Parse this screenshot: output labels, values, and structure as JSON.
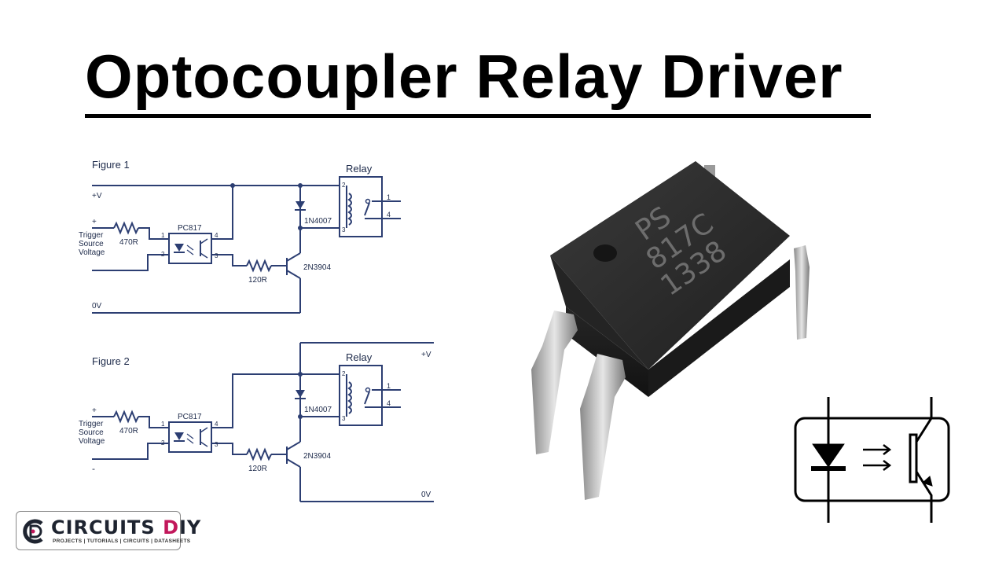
{
  "title": "Optocoupler Relay Driver",
  "figure1": {
    "caption": "Figure 1",
    "supply_label": "+V",
    "ground_label": "0V",
    "input_plus": "+",
    "input_label_1": "Trigger",
    "input_label_2": "Source",
    "input_label_3": "Voltage",
    "r_in": "470R",
    "opto": "PC817",
    "pin1": "1",
    "pin2": "2",
    "pin3": "3",
    "pin4": "4",
    "r_base": "120R",
    "diode": "1N4007",
    "transistor": "2N3904",
    "relay": "Relay",
    "relay_pin2": "2",
    "relay_pin3": "3",
    "contact1": "1",
    "contact4": "4"
  },
  "figure2": {
    "caption": "Figure 2",
    "supply_label": "+V",
    "ground_label": "0V",
    "input_plus": "+",
    "input_minus": "-",
    "input_label_1": "Trigger",
    "input_label_2": "Source",
    "input_label_3": "Voltage",
    "r_in": "470R",
    "opto": "PC817",
    "pin1": "1",
    "pin2": "2",
    "pin3": "3",
    "pin4": "4",
    "r_base": "120R",
    "diode": "1N4007",
    "transistor": "2N3904",
    "relay": "Relay",
    "relay_pin2": "2",
    "relay_pin3": "3",
    "contact1": "1",
    "contact4": "4"
  },
  "chip_marking": {
    "line1": "PS",
    "line2": "817C",
    "line3": "1338"
  },
  "logo": {
    "name_part1": "CIRCUITS ",
    "name_part2": "D",
    "name_part3": "IY",
    "tagline": "PROJECTS | TUTORIALS | CIRCUITS | DATASHEETS"
  },
  "colors": {
    "wire": "#2c3e72",
    "title": "#000000",
    "chip": "#2a2a2a",
    "logo_accent": "#c2185b"
  }
}
